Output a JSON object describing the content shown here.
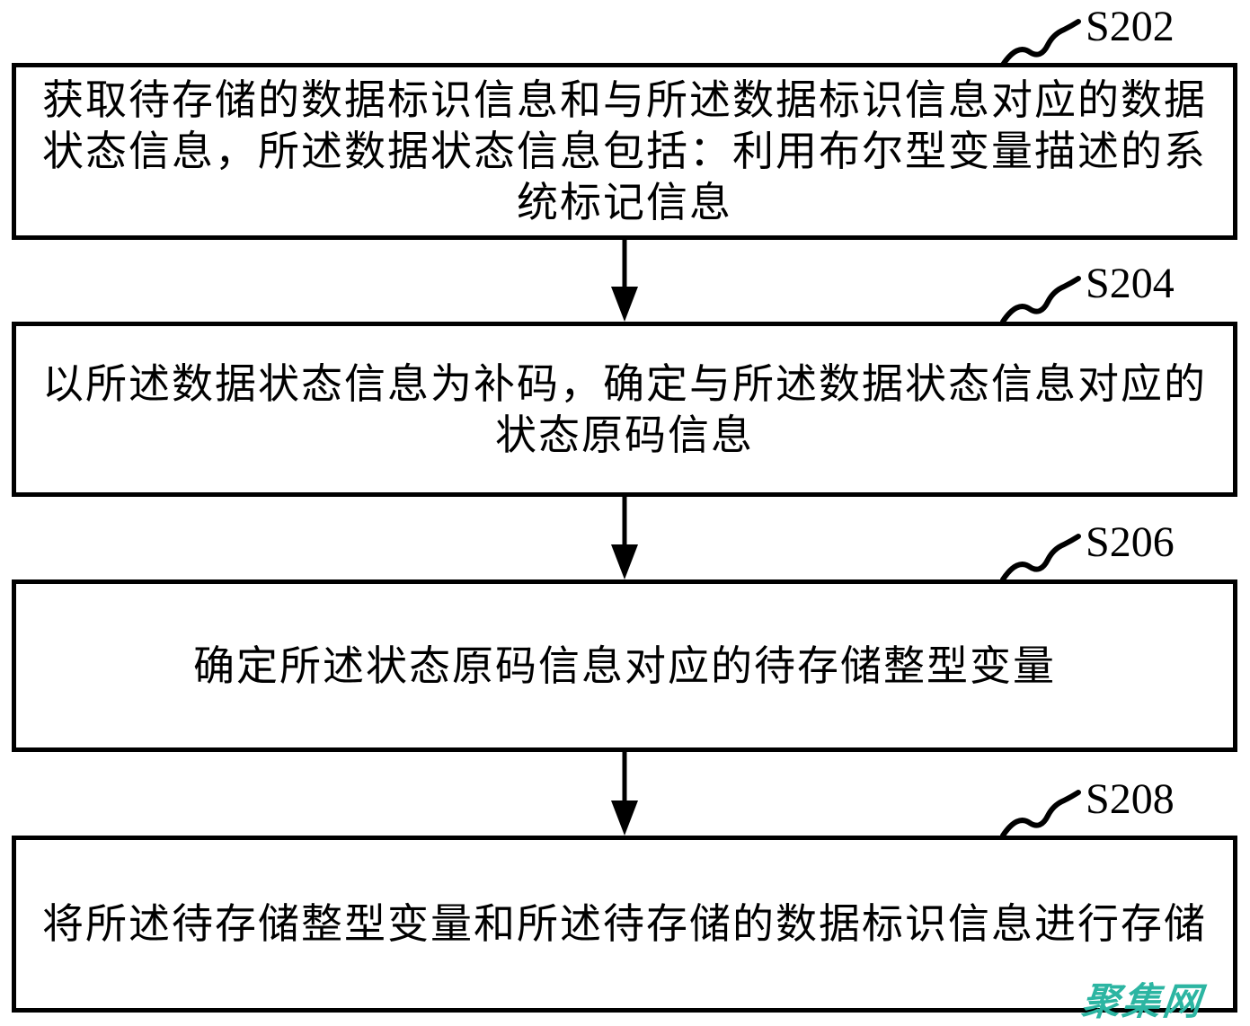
{
  "diagram": {
    "title": "flowchart-data-storage-method",
    "steps": [
      {
        "id": "S202",
        "text": "获取待存储的数据标识信息和与所述数据标识信息对应的数据状态信息，所述数据状态信息包括：利用布尔型变量描述的系统标记信息"
      },
      {
        "id": "S204",
        "text": "以所述数据状态信息为补码，确定与所述数据状态信息对应的状态原码信息"
      },
      {
        "id": "S206",
        "text": "确定所述状态原码信息对应的待存储整型变量"
      },
      {
        "id": "S208",
        "text": "将所述待存储整型变量和所述待存储的数据标识信息进行存储"
      }
    ],
    "icons": {
      "arrow": "arrow-down-icon",
      "leader": "squiggle-leader-icon"
    },
    "colors": {
      "line": "#000000",
      "background": "#ffffff",
      "watermark": "#2cb5a2"
    },
    "watermark": "聚集网"
  }
}
